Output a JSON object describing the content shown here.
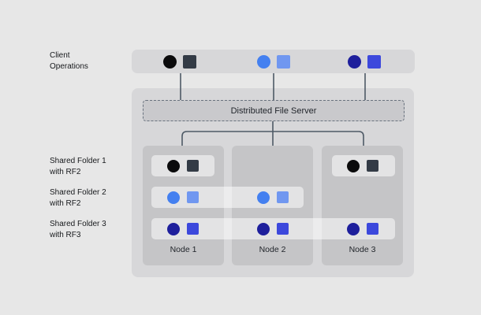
{
  "client_bar": {
    "label_line1": "Client",
    "label_line2": "Operations"
  },
  "server": {
    "label": "Distributed File Server"
  },
  "folders": [
    {
      "label_line1": "Shared Folder 1",
      "label_line2": "with RF2",
      "replicated_on": [
        "Node 1",
        "Node 3"
      ]
    },
    {
      "label_line1": "Shared Folder 2",
      "label_line2": "with RF2",
      "replicated_on": [
        "Node 1",
        "Node 2"
      ]
    },
    {
      "label_line1": "Shared Folder 3",
      "label_line2": "with RF3",
      "replicated_on": [
        "Node 1",
        "Node 2",
        "Node 3"
      ]
    }
  ],
  "nodes": [
    {
      "label": "Node 1"
    },
    {
      "label": "Node 2"
    },
    {
      "label": "Node 3"
    }
  ],
  "colors": {
    "f1_circle": "#0b0b0c",
    "f1_square": "#333b46",
    "f2_circle": "#4480f0",
    "f2_square": "#7097f0",
    "f3_circle": "#1e1f9c",
    "f3_square": "#3c48dc",
    "connector": "#4e5a66",
    "bar_bg": "#d7d7d9",
    "container_bg": "#d7d7d9",
    "node_bg": "#c5c5c7",
    "dfs_fill": "#c9c9cc",
    "dfs_border": "#69727e",
    "page_bg": "#e7e7e7"
  }
}
